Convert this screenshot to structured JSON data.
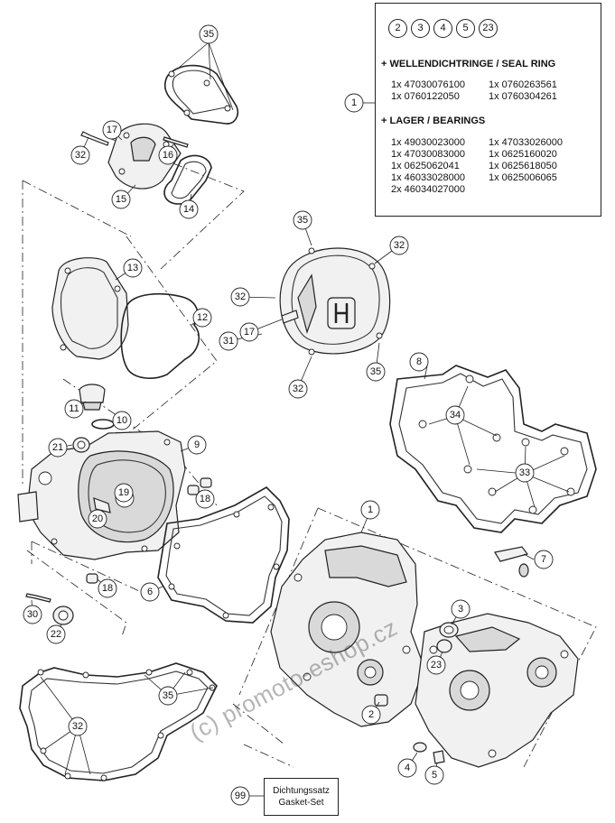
{
  "legend": {
    "circled_numbers": [
      "2",
      "3",
      "4",
      "5",
      "23"
    ],
    "seal_heading": "+ WELLENDICHTRINGE / SEAL RING",
    "seal_rows": [
      [
        "1x 47030076100",
        "1x 0760263561"
      ],
      [
        "1x 0760122050",
        "1x 0760304261"
      ]
    ],
    "bearing_heading": "+ LAGER / BEARINGS",
    "bearing_rows": [
      [
        "1x 49030023000",
        "1x 47033026000"
      ],
      [
        "1x 47030083000",
        "1x 0625160020"
      ],
      [
        "1x 0625062041",
        "1x 0625618050"
      ],
      [
        "1x 46033028000",
        "1x 0625006065"
      ],
      [
        "2x 46034027000",
        ""
      ]
    ]
  },
  "gasket_set": {
    "number": "99",
    "line1": "Dichtungssatz",
    "line2": "Gasket-Set"
  },
  "callouts": [
    "1",
    "1",
    "2",
    "3",
    "4",
    "5",
    "6",
    "7",
    "8",
    "9",
    "10",
    "11",
    "12",
    "13",
    "14",
    "15",
    "16",
    "17",
    "17",
    "18",
    "18",
    "19",
    "20",
    "21",
    "22",
    "23",
    "30",
    "31",
    "32",
    "32",
    "32",
    "32",
    "32",
    "33",
    "34",
    "35",
    "35",
    "35",
    "35"
  ],
  "watermark": "(c) promoto-eshop.cz",
  "colors": {
    "line": "#222222",
    "fill": "#f1f1f1",
    "background": "#ffffff"
  }
}
